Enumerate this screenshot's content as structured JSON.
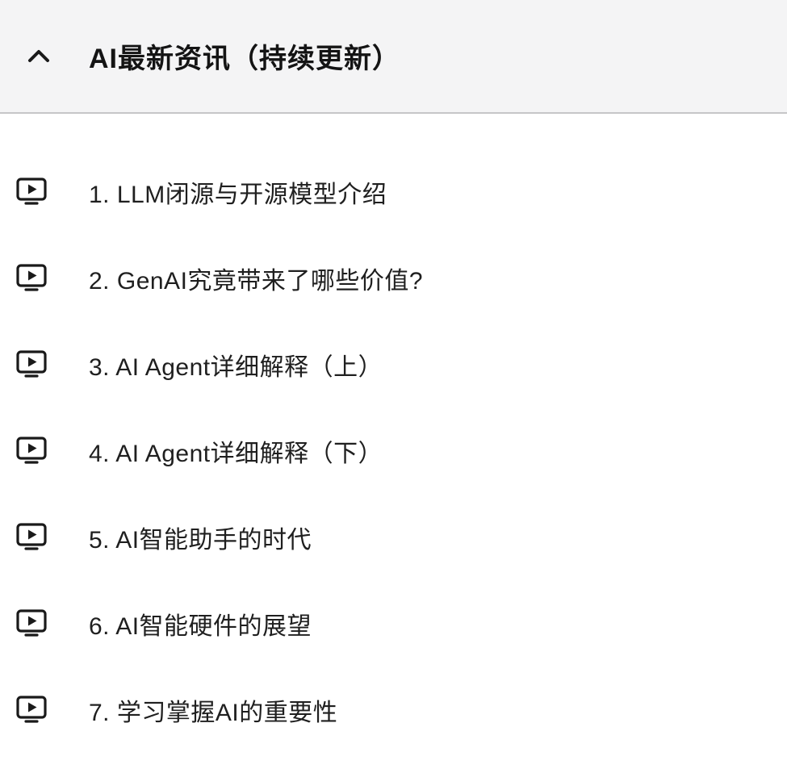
{
  "section": {
    "title": "AI最新资讯（持续更新）",
    "collapse_icon": "chevron-up-icon",
    "state": "expanded"
  },
  "colors": {
    "header_bg": "#f4f4f5",
    "divider": "#c6c6c8",
    "title_text": "#141414",
    "item_text": "#1f1f1f",
    "icon": "#1a1a1a"
  },
  "lessons": [
    {
      "icon": "video-play-icon",
      "title": "1. LLM闭源与开源模型介绍"
    },
    {
      "icon": "video-play-icon",
      "title": "2. GenAI究竟带来了哪些价值?"
    },
    {
      "icon": "video-play-icon",
      "title": "3. AI Agent详细解释（上）"
    },
    {
      "icon": "video-play-icon",
      "title": "4. AI Agent详细解释（下）"
    },
    {
      "icon": "video-play-icon",
      "title": "5. AI智能助手的时代"
    },
    {
      "icon": "video-play-icon",
      "title": "6. AI智能硬件的展望"
    },
    {
      "icon": "video-play-icon",
      "title": "7. 学习掌握AI的重要性"
    }
  ]
}
